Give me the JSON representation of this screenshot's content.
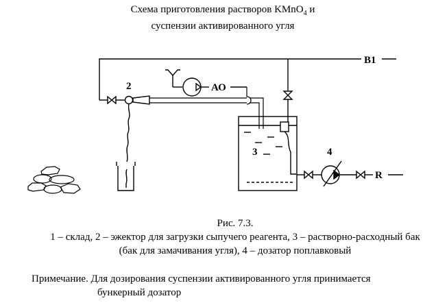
{
  "title": {
    "line1_pre": "Схема приготовления растворов KMnO",
    "line1_sub": "4",
    "line1_post": " и",
    "line2": "суспензии активированного угля"
  },
  "labels": {
    "b1": "В1",
    "ao": "АО",
    "r": "R",
    "n2": "2",
    "n3": "3",
    "n4": "4"
  },
  "caption": {
    "fig": "Рис. 7.3.",
    "line1": "1 – склад, 2 – эжектор для загрузки сыпучего реагента, 3 – растворно-расходный бак",
    "line2": "(бак для замачивания угля), 4 – дозатор поплавковый"
  },
  "note": {
    "line1": "Примечание. Для дозирования суспензии активированного угля принимается",
    "line2": "бункерный дозатор"
  }
}
